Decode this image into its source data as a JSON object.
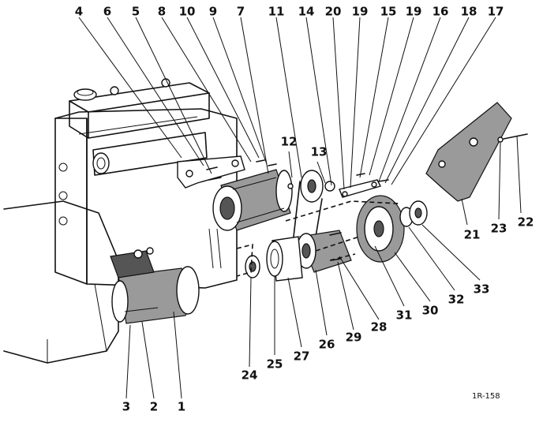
{
  "diagram": {
    "reference": "1R-158",
    "parts": {
      "p1": "1",
      "p2": "2",
      "p3": "3",
      "p4": "4",
      "p5": "5",
      "p6": "6",
      "p7": "7",
      "p8": "8",
      "p9": "9",
      "p10": "10",
      "p11": "11",
      "p12": "12",
      "p13": "13",
      "p14": "14",
      "p15": "15",
      "p16": "16",
      "p17": "17",
      "p18": "18",
      "p19a": "19",
      "p19b": "19",
      "p20": "20",
      "p21": "21",
      "p22": "22",
      "p23": "23",
      "p24": "24",
      "p25": "25",
      "p26": "26",
      "p27": "27",
      "p28": "28",
      "p29": "29",
      "p30": "30",
      "p31": "31",
      "p32": "32",
      "p33": "33"
    }
  }
}
